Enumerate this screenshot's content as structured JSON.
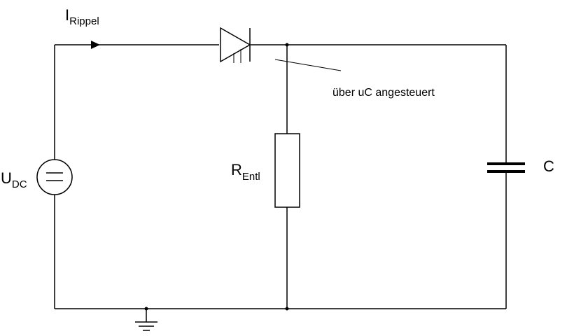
{
  "labels": {
    "current": {
      "main": "I",
      "sub": "Rippel"
    },
    "source": {
      "main": "U",
      "sub": "DC"
    },
    "resistor": {
      "main": "R",
      "sub": "Entl"
    },
    "capacitor": "C",
    "annotation": "über uC angesteuert"
  },
  "icons": {
    "source": "dc-voltage-source-icon",
    "diode": "thyristor-icon",
    "resistor": "resistor-icon",
    "capacitor": "capacitor-icon",
    "ground": "ground-icon",
    "arrow": "current-arrow-icon"
  },
  "colors": {
    "line": "#000000",
    "background": "#ffffff"
  }
}
